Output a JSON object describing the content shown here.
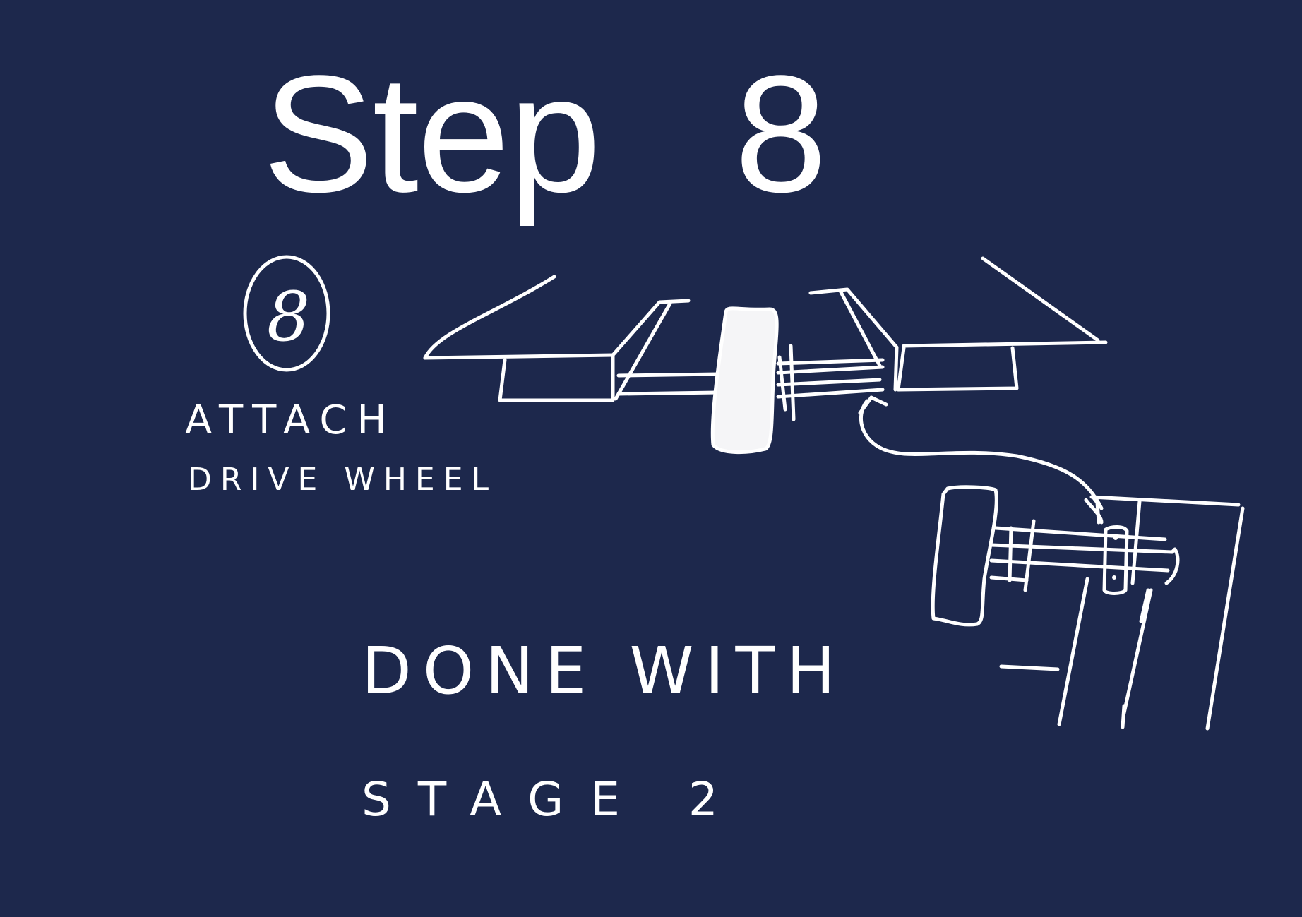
{
  "title": "Step   8",
  "step_badge": {
    "number": "8",
    "label_line1": "ATTACH",
    "label_line2": "DRIVE WHEEL"
  },
  "completion": {
    "line1": "DONE WITH",
    "line2": "STAGE 2"
  },
  "colors": {
    "background": "#1d284c",
    "ink": "#ffffff"
  }
}
